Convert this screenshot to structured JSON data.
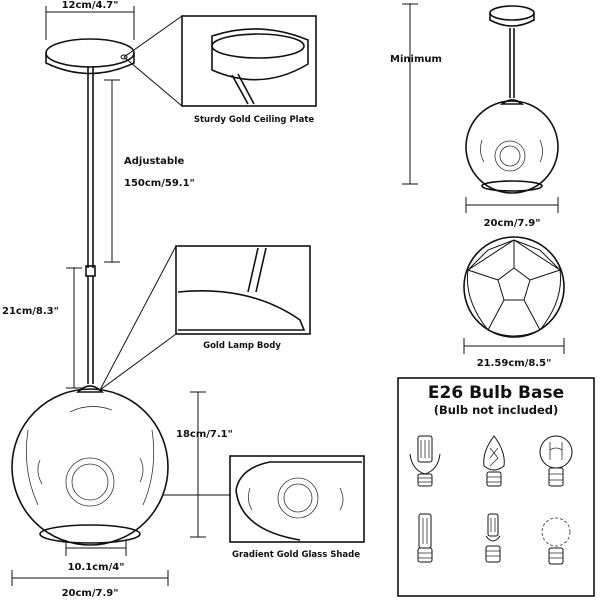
{
  "dimensions": {
    "canopy_width": "12cm/4.7\"",
    "adjustable_title": "Adjustable",
    "adjustable_value": "150cm/59.1\"",
    "body_height": "21cm/8.3\"",
    "shade_height": "18cm/7.1\"",
    "opening_width": "10.1cm/4\"",
    "shade_width": "20cm/7.9\"",
    "minimum": "Minimum",
    "side_width": "20cm/7.9\"",
    "bottom_width": "21.59cm/8.5\""
  },
  "callouts": {
    "ceiling_plate": "Sturdy Gold Ceiling Plate",
    "lamp_body": "Gold Lamp Body",
    "glass_shade": "Gradient Gold Glass Shade"
  },
  "bulb_panel": {
    "title": "E26 Bulb Base",
    "subtitle": "(Bulb not included)",
    "bulbs": [
      "corn-bulb-icon",
      "candle-bulb-icon",
      "edison-bulb-icon",
      "led-stick-bulb-icon",
      "small-corn-bulb-icon",
      "globe-bulb-icon"
    ]
  }
}
